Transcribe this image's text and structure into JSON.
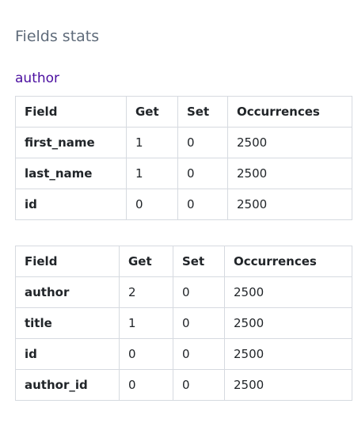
{
  "page": {
    "title": "Fields stats"
  },
  "section": {
    "link_label": "author"
  },
  "tables": [
    {
      "headers": [
        "Field",
        "Get",
        "Set",
        "Occurrences"
      ],
      "rows": [
        [
          "first_name",
          "1",
          "0",
          "2500"
        ],
        [
          "last_name",
          "1",
          "0",
          "2500"
        ],
        [
          "id",
          "0",
          "0",
          "2500"
        ]
      ]
    },
    {
      "headers": [
        "Field",
        "Get",
        "Set",
        "Occurrences"
      ],
      "rows": [
        [
          "author",
          "2",
          "0",
          "2500"
        ],
        [
          "title",
          "1",
          "0",
          "2500"
        ],
        [
          "id",
          "0",
          "0",
          "2500"
        ],
        [
          "author_id",
          "0",
          "0",
          "2500"
        ]
      ]
    }
  ]
}
